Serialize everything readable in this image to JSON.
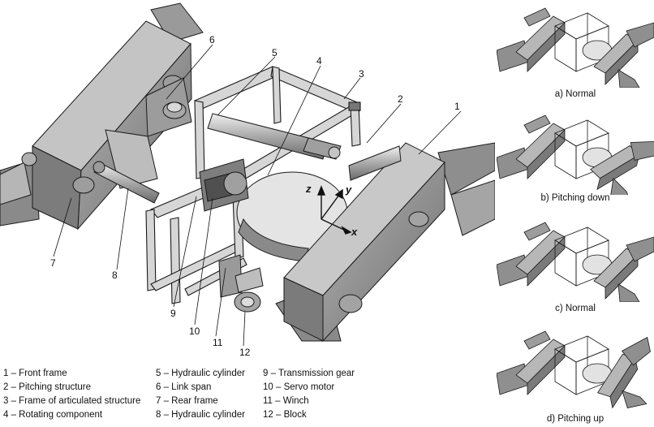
{
  "callouts": [
    "1",
    "2",
    "3",
    "4",
    "5",
    "6",
    "7",
    "8",
    "9",
    "10",
    "11",
    "12"
  ],
  "axes": {
    "x": "x",
    "y": "y",
    "z": "z"
  },
  "legend": [
    "1 – Front frame",
    "2 – Pitching structure",
    "3 – Frame of articulated structure",
    "4 – Rotating component",
    "5 – Hydraulic cylinder",
    "6 – Link span",
    "7 – Rear frame",
    "8 – Hydraulic cylinder",
    "9 – Transmission gear",
    "10 – Servo motor",
    "11 – Winch",
    "12 – Block"
  ],
  "thumbnails": [
    {
      "caption": "a) Normal",
      "pose": "normal"
    },
    {
      "caption": "b) Pitching down",
      "pose": "down"
    },
    {
      "caption": "c) Normal",
      "pose": "normal"
    },
    {
      "caption": "d) Pitching up",
      "pose": "up"
    }
  ],
  "colors": {
    "line": "#1a1a1a",
    "block": "#8c8c8c",
    "block_dark": "#5a5a5a",
    "frame": "#d2d2d2",
    "disc": "#e6e6e6"
  }
}
